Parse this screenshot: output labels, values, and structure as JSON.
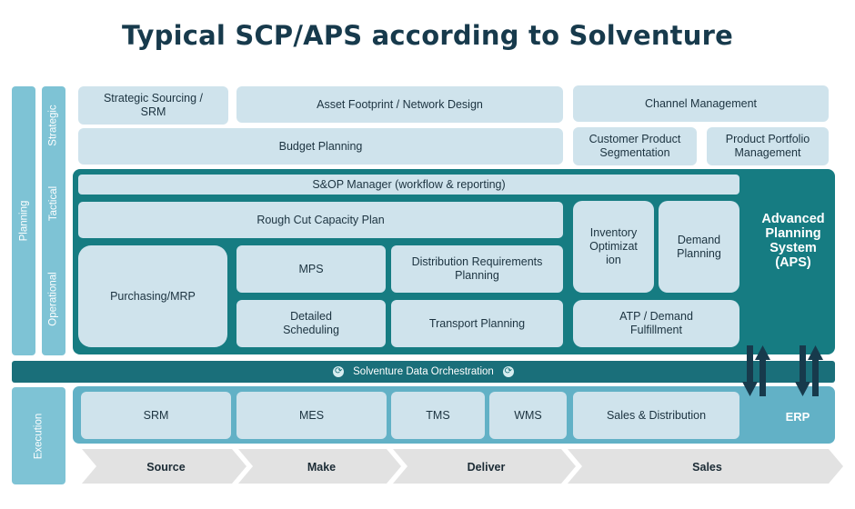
{
  "title": "Typical SCP/APS according to Solventure",
  "side": {
    "planning": "Planning",
    "strategic": "Strategic",
    "tactical": "Tactical",
    "operational": "Operational",
    "execution": "Execution"
  },
  "strategic": {
    "strategic_sourcing": "Strategic Sourcing / SRM",
    "asset_footprint": "Asset Footprint / Network Design",
    "channel_management": "Channel Management",
    "budget_planning": "Budget Planning",
    "customer_segmentation": "Customer Product Segmentation",
    "product_portfolio": "Product Portfolio Management"
  },
  "aps": {
    "label": "Advanced Planning System (APS)",
    "sop_manager": "S&OP Manager (workflow & reporting)",
    "rough_cut": "Rough Cut Capacity Plan",
    "inventory_opt": "Inventory Optimizat ion",
    "demand_planning": "Demand Planning",
    "purchasing": "Purchasing/MRP",
    "mps": "MPS",
    "drp": "Distribution Requirements Planning",
    "detailed_scheduling": "Detailed Scheduling",
    "transport_planning": "Transport Planning",
    "atp": "ATP / Demand Fulfillment"
  },
  "orchestration": "Solventure Data Orchestration",
  "erp": {
    "label": "ERP",
    "srm": "SRM",
    "mes": "MES",
    "tms": "TMS",
    "wms": "WMS",
    "sales_distribution": "Sales & Distribution"
  },
  "stages": [
    "Source",
    "Make",
    "Deliver",
    "Sales"
  ],
  "colors": {
    "title": "#173a4c",
    "light_box": "#cfe3ec",
    "aps_panel": "#167c82",
    "orchestration_bar": "#1a6f7a",
    "erp_panel": "#62b1c6",
    "side_bars": "#7ec3d5",
    "stage_chevrons": "#e2e2e2",
    "arrows": "#173a4c"
  }
}
